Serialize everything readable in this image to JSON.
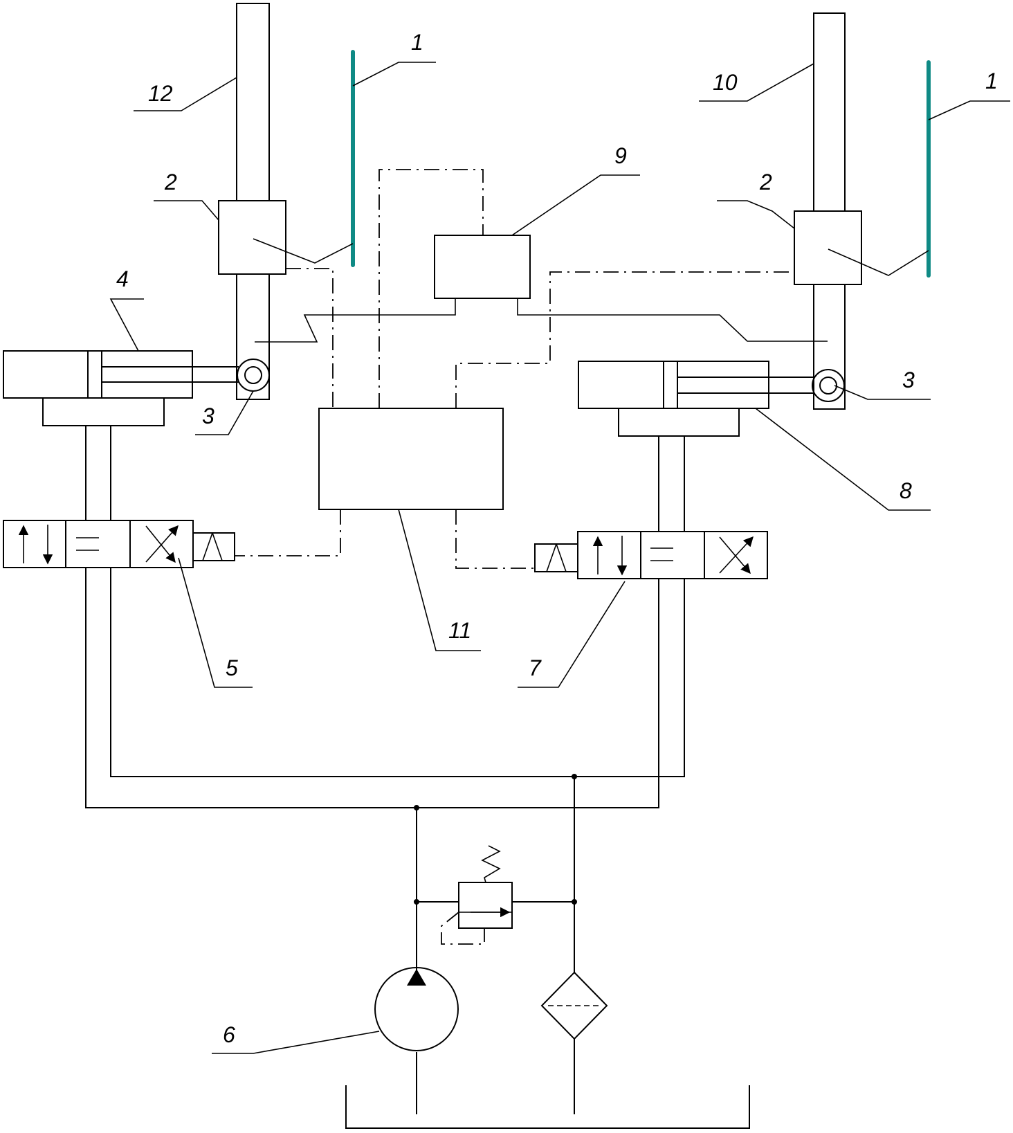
{
  "labels": {
    "l1a": "1",
    "l1b": "1",
    "l2a": "2",
    "l2b": "2",
    "l3a": "3",
    "l3b": "3",
    "l4": "4",
    "l5": "5",
    "l6": "6",
    "l7": "7",
    "l8": "8",
    "l9": "9",
    "l10": "10",
    "l11": "11",
    "l12": "12"
  },
  "colors": {
    "accent": "#0f8a85",
    "line": "#000000",
    "background": "#ffffff"
  }
}
